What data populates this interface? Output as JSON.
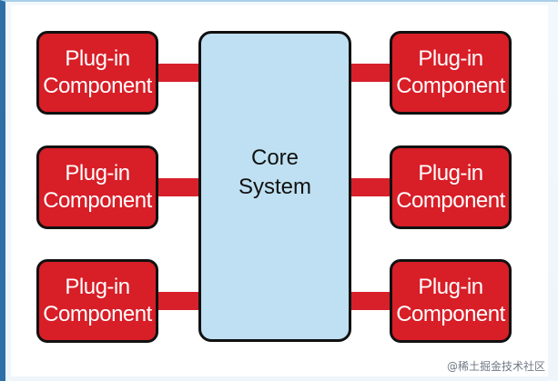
{
  "core": {
    "line1": "Core",
    "line2": "System"
  },
  "plugins": [
    {
      "line1": "Plug-in",
      "line2": "Component"
    },
    {
      "line1": "Plug-in",
      "line2": "Component"
    },
    {
      "line1": "Plug-in",
      "line2": "Component"
    },
    {
      "line1": "Plug-in",
      "line2": "Component"
    },
    {
      "line1": "Plug-in",
      "line2": "Component"
    },
    {
      "line1": "Plug-in",
      "line2": "Component"
    }
  ],
  "watermark": "@稀土掘金技术社区",
  "colors": {
    "plugin_fill": "#d81e27",
    "core_fill": "#bfe0f2",
    "connector": "#d8202a",
    "outline": "#111111"
  }
}
